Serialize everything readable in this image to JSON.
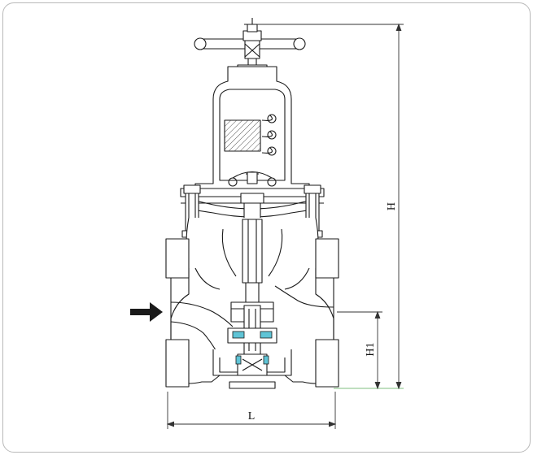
{
  "diagram": {
    "dimension_labels": {
      "height_total": "H",
      "height_inlet": "H1",
      "length": "L"
    },
    "flow_direction": "left-to-right",
    "colors": {
      "outline": "#1a1a1a",
      "dimension_line": "#333333",
      "hatch": "#555555",
      "seal_accent": "#5fc4d6",
      "ground_line": "#7fbf7f",
      "frame": "#b9b9b9"
    }
  }
}
